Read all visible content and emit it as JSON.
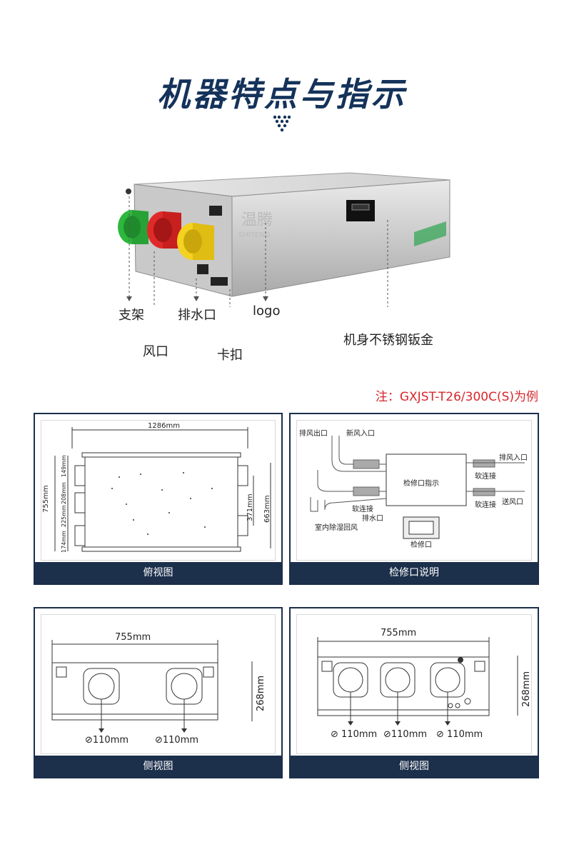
{
  "header": {
    "title": "机器特点与指示"
  },
  "callouts": {
    "bracket": "支架",
    "drain": "排水口",
    "logo": "logo",
    "body": "机身不锈钢钣金",
    "port": "风口",
    "clip": "卡扣"
  },
  "product_text": {
    "brand_cn": "温腾",
    "brand_en": "SHITENG"
  },
  "note": "注：GXJST-T26/300C(S)为例",
  "panels": {
    "top_view": {
      "caption": "俯视图",
      "dims": {
        "width": "1286mm",
        "height": "755mm",
        "d1": "149mm",
        "d2": "208mm",
        "d3": "225mm",
        "d4": "174mm",
        "inner": "371mm",
        "outer": "663mm"
      }
    },
    "inspection": {
      "caption": "检修口说明",
      "labels": {
        "exhaust_out": "排风出口",
        "fresh_in": "新风入口",
        "exhaust_in": "排风入口",
        "center": "检修口指示",
        "soft_left": "软连接",
        "soft_right_top": "软连接",
        "soft_right_bottom": "软连接",
        "supply": "送风口",
        "drain": "排水口",
        "indoor_return": "室内除湿回风",
        "access": "检修口"
      }
    },
    "side_view_a": {
      "caption": "侧视图",
      "dims": {
        "width": "755mm",
        "height": "268mm",
        "port1": "⊘110mm",
        "port2": "⊘110mm"
      }
    },
    "side_view_b": {
      "caption": "侧视图",
      "dims": {
        "width": "755mm",
        "height": "268mm",
        "port1": "⊘ 110mm",
        "port2": "⊘110mm",
        "port3": "⊘ 110mm"
      }
    }
  },
  "colors": {
    "navy": "#1c2f4b",
    "title": "#14325a",
    "note_red": "#d9262b"
  }
}
